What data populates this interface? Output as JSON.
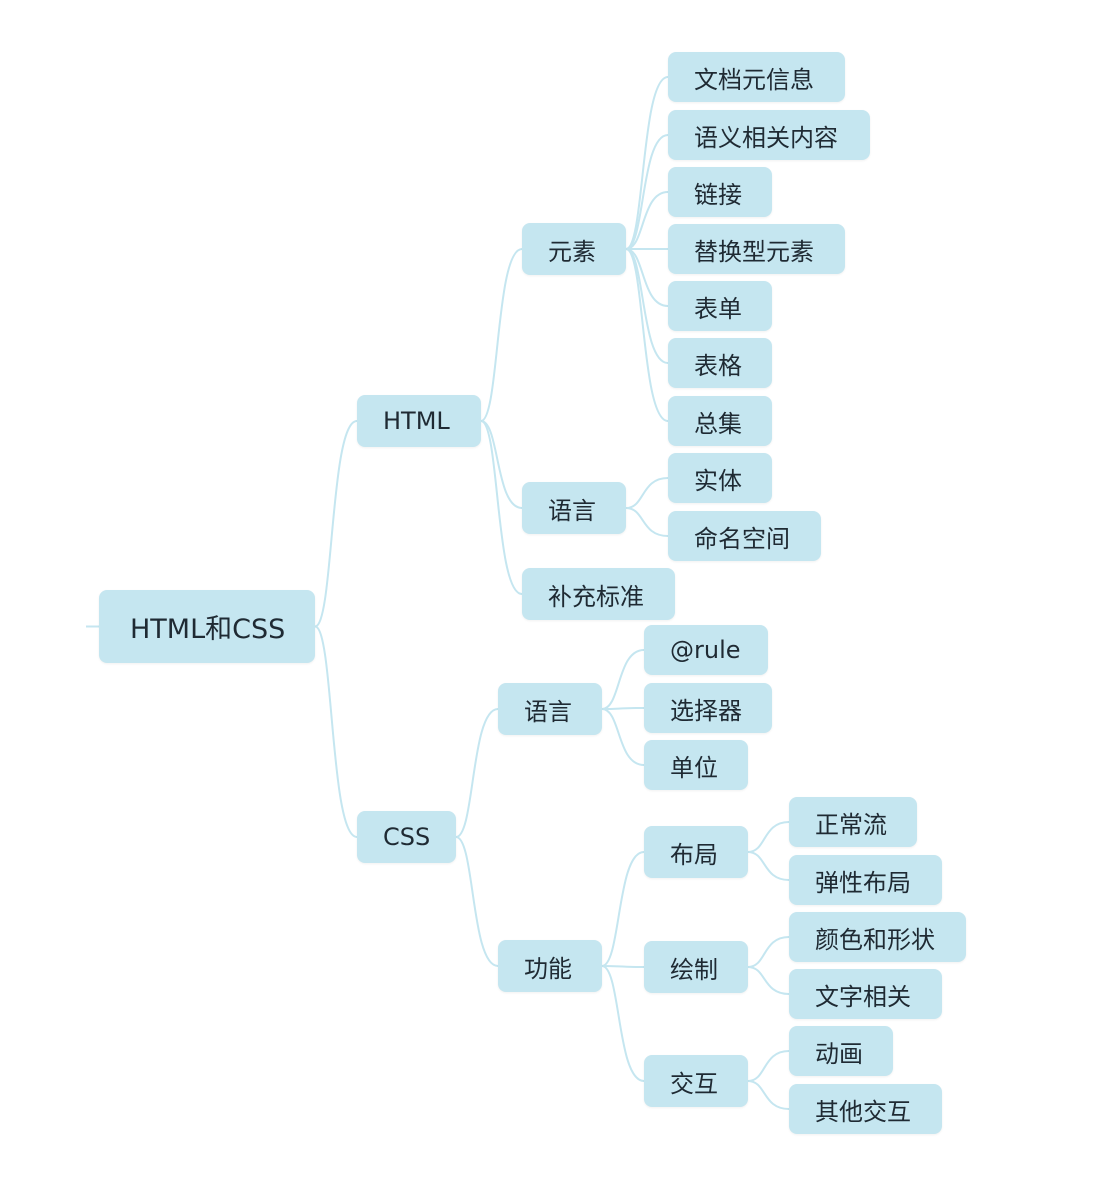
{
  "colors": {
    "node_fill": "#c5e6f0",
    "edge": "#c5e6f0",
    "text": "#1f2a33"
  },
  "mindmap": {
    "root": {
      "label": "HTML和CSS",
      "children": [
        {
          "label": "HTML",
          "children": [
            {
              "label": "元素",
              "children": [
                {
                  "label": "文档元信息"
                },
                {
                  "label": "语义相关内容"
                },
                {
                  "label": "链接"
                },
                {
                  "label": "替换型元素"
                },
                {
                  "label": "表单"
                },
                {
                  "label": "表格"
                },
                {
                  "label": "总集"
                }
              ]
            },
            {
              "label": "语言",
              "children": [
                {
                  "label": "实体"
                },
                {
                  "label": "命名空间"
                }
              ]
            },
            {
              "label": "补充标准"
            }
          ]
        },
        {
          "label": "CSS",
          "children": [
            {
              "label": "语言",
              "children": [
                {
                  "label": "@rule"
                },
                {
                  "label": "选择器"
                },
                {
                  "label": "单位"
                }
              ]
            },
            {
              "label": "功能",
              "children": [
                {
                  "label": "布局",
                  "children": [
                    {
                      "label": "正常流"
                    },
                    {
                      "label": "弹性布局"
                    }
                  ]
                },
                {
                  "label": "绘制",
                  "children": [
                    {
                      "label": "颜色和形状"
                    },
                    {
                      "label": "文字相关"
                    }
                  ]
                },
                {
                  "label": "交互",
                  "children": [
                    {
                      "label": "动画"
                    },
                    {
                      "label": "其他交互"
                    }
                  ]
                }
              ]
            }
          ]
        }
      ]
    }
  }
}
